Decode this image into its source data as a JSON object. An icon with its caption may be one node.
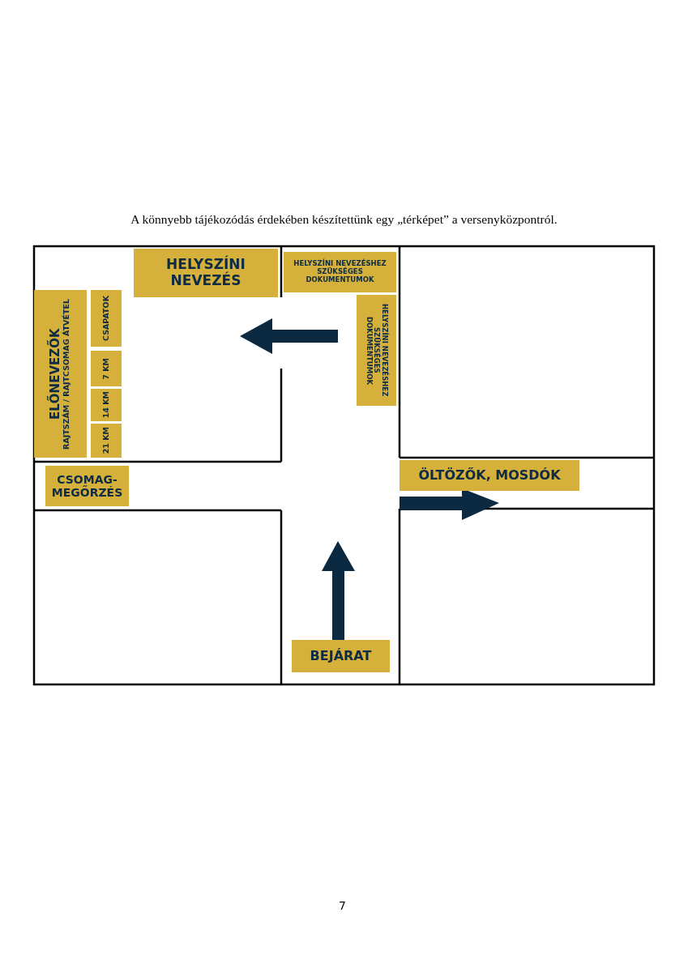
{
  "diagram": {
    "title": "A könnyebb tájékozódás érdekében készítettünk egy „térképet” a versenyközpontról.",
    "nodes": [
      {
        "text": [
          "HELYSZÍNI NEVEZÉS"
        ]
      },
      {
        "text": [
          "HELYSZÍNI NEVEZÉSHEZ SZÜKSÉGES DOKUMENTUMOK"
        ]
      },
      {
        "text": [
          "ELŐNEVEZŐK",
          "RAJTSZÁM / RAJTCSOMAG ÁTVÉTEL"
        ]
      },
      {
        "text": [
          "CSAPATOK"
        ]
      },
      {
        "text": [
          "7 KM"
        ]
      },
      {
        "text": [
          "14 KM"
        ]
      },
      {
        "text": [
          "21 KM"
        ]
      },
      {
        "text": [
          "HELYSZÍNI NEVEZÉSHEZ SZÜKSÉGES DOKUMENTUMOK"
        ]
      },
      {
        "text": [
          "CSOMAG- MEGŐRZÉS"
        ]
      },
      {
        "text": [
          "ÖLTÖZŐK, MOSDÓK"
        ]
      },
      {
        "text": [
          "BEJÁRAT"
        ]
      }
    ],
    "labels": [
      "7"
    ]
  }
}
